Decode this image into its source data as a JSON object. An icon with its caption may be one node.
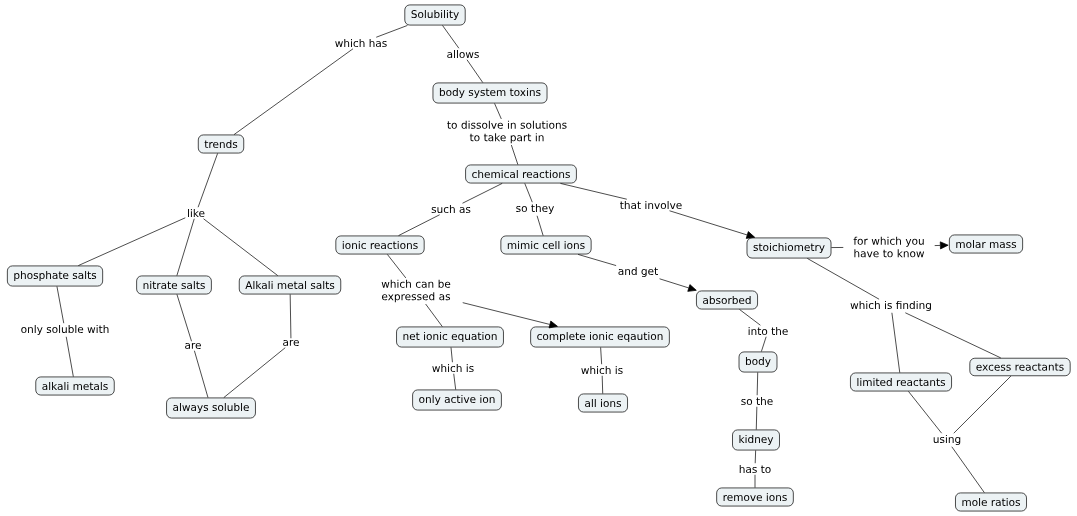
{
  "diagram": {
    "nodes": [
      {
        "text": [
          "Solubility"
        ]
      },
      {
        "text": [
          "body system toxins"
        ]
      },
      {
        "text": [
          "trends"
        ]
      },
      {
        "text": [
          "chemical reactions"
        ]
      },
      {
        "text": [
          "ionic reactions"
        ]
      },
      {
        "text": [
          "mimic cell ions"
        ]
      },
      {
        "text": [
          "stoichiometry"
        ]
      },
      {
        "text": [
          "molar mass"
        ]
      },
      {
        "text": [
          "phosphate salts"
        ]
      },
      {
        "text": [
          "nitrate salts"
        ]
      },
      {
        "text": [
          "Alkali metal salts"
        ]
      },
      {
        "text": [
          "absorbed"
        ]
      },
      {
        "text": [
          "net ionic equation"
        ]
      },
      {
        "text": [
          "complete ionic eqaution"
        ]
      },
      {
        "text": [
          "excess reactants"
        ]
      },
      {
        "text": [
          "limited reactants"
        ]
      },
      {
        "text": [
          "body"
        ]
      },
      {
        "text": [
          "alkali metals"
        ]
      },
      {
        "text": [
          "always soluble"
        ]
      },
      {
        "text": [
          "only active ion"
        ]
      },
      {
        "text": [
          "all ions"
        ]
      },
      {
        "text": [
          "kidney"
        ]
      },
      {
        "text": [
          "remove ions"
        ]
      },
      {
        "text": [
          "mole ratios"
        ]
      },
      {
        "text": [
          "which has"
        ]
      },
      {
        "text": [
          "allows"
        ]
      },
      {
        "text": [
          "to dissolve in solutions to take part in"
        ]
      },
      {
        "text": [
          "like"
        ]
      },
      {
        "text": [
          "such as"
        ]
      },
      {
        "text": [
          "so they"
        ]
      },
      {
        "text": [
          "that involve"
        ]
      },
      {
        "text": [
          "for which you have to know"
        ]
      },
      {
        "text": [
          "which can be expressed as"
        ]
      },
      {
        "text": [
          "and get"
        ]
      },
      {
        "text": [
          "only soluble with"
        ]
      },
      {
        "text": [
          "are"
        ]
      },
      {
        "text": [
          "are"
        ]
      },
      {
        "text": [
          "which is finding"
        ]
      },
      {
        "text": [
          "into the"
        ]
      },
      {
        "text": [
          "which is"
        ]
      },
      {
        "text": [
          "which is"
        ]
      },
      {
        "text": [
          "so the"
        ]
      },
      {
        "text": [
          "using"
        ]
      },
      {
        "text": [
          "has to"
        ]
      }
    ],
    "edges": [
      {
        "from": 0,
        "to": 24,
        "arrow": "none"
      },
      {
        "from": 24,
        "to": 2,
        "arrow": "none"
      },
      {
        "from": 0,
        "to": 25,
        "arrow": "none"
      },
      {
        "from": 25,
        "to": 1,
        "arrow": "none"
      },
      {
        "from": 1,
        "to": 26,
        "arrow": "none"
      },
      {
        "from": 26,
        "to": 3,
        "arrow": "none"
      },
      {
        "from": 2,
        "to": 27,
        "arrow": "none"
      },
      {
        "from": 27,
        "to": 8,
        "arrow": "none"
      },
      {
        "from": 27,
        "to": 9,
        "arrow": "none"
      },
      {
        "from": 27,
        "to": 10,
        "arrow": "none"
      },
      {
        "from": 3,
        "to": 28,
        "arrow": "none"
      },
      {
        "from": 28,
        "to": 4,
        "arrow": "none"
      },
      {
        "from": 3,
        "to": 29,
        "arrow": "none"
      },
      {
        "from": 29,
        "to": 5,
        "arrow": "none"
      },
      {
        "from": 3,
        "to": 30,
        "arrow": "none"
      },
      {
        "from": 30,
        "to": 6,
        "arrow": "to"
      },
      {
        "from": 6,
        "to": 31,
        "arrow": "none"
      },
      {
        "from": 31,
        "to": 7,
        "arrow": "to"
      },
      {
        "from": 4,
        "to": 32,
        "arrow": "none"
      },
      {
        "from": 32,
        "to": 12,
        "arrow": "none"
      },
      {
        "from": 32,
        "to": 13,
        "arrow": "to"
      },
      {
        "from": 5,
        "to": 33,
        "arrow": "none"
      },
      {
        "from": 33,
        "to": 11,
        "arrow": "to"
      },
      {
        "from": 8,
        "to": 34,
        "arrow": "none"
      },
      {
        "from": 34,
        "to": 17,
        "arrow": "none"
      },
      {
        "from": 9,
        "to": 35,
        "arrow": "none"
      },
      {
        "from": 35,
        "to": 18,
        "arrow": "none"
      },
      {
        "from": 10,
        "to": 36,
        "arrow": "none"
      },
      {
        "from": 36,
        "to": 18,
        "arrow": "none"
      },
      {
        "from": 6,
        "to": 37,
        "arrow": "none"
      },
      {
        "from": 37,
        "to": 15,
        "arrow": "none"
      },
      {
        "from": 37,
        "to": 14,
        "arrow": "none"
      },
      {
        "from": 11,
        "to": 38,
        "arrow": "none"
      },
      {
        "from": 38,
        "to": 16,
        "arrow": "none"
      },
      {
        "from": 12,
        "to": 39,
        "arrow": "none"
      },
      {
        "from": 39,
        "to": 19,
        "arrow": "none"
      },
      {
        "from": 13,
        "to": 40,
        "arrow": "none"
      },
      {
        "from": 40,
        "to": 20,
        "arrow": "none"
      },
      {
        "from": 16,
        "to": 41,
        "arrow": "none"
      },
      {
        "from": 41,
        "to": 21,
        "arrow": "none"
      },
      {
        "from": 15,
        "to": 42,
        "arrow": "none"
      },
      {
        "from": 14,
        "to": 42,
        "arrow": "none"
      },
      {
        "from": 42,
        "to": 23,
        "arrow": "none"
      },
      {
        "from": 21,
        "to": 43,
        "arrow": "none"
      },
      {
        "from": 43,
        "to": 22,
        "arrow": "none"
      }
    ]
  }
}
